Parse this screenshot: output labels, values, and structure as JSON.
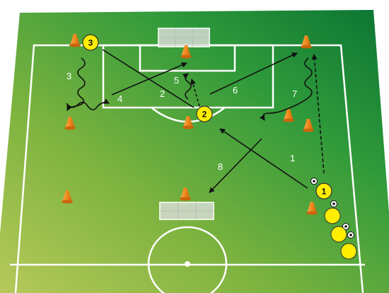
{
  "drill": {
    "colors": {
      "grass_light": "#a8c24e",
      "grass_dark": "#0c7a35",
      "lines": "#ffffff",
      "cone": "#f08a1e",
      "player": "#ffee00",
      "arrow": "#111111"
    },
    "players": [
      {
        "label": "1"
      },
      {
        "label": "2"
      },
      {
        "label": "3"
      }
    ],
    "sequence_labels": [
      "1",
      "2",
      "3",
      "4",
      "5",
      "6",
      "7",
      "8"
    ]
  }
}
